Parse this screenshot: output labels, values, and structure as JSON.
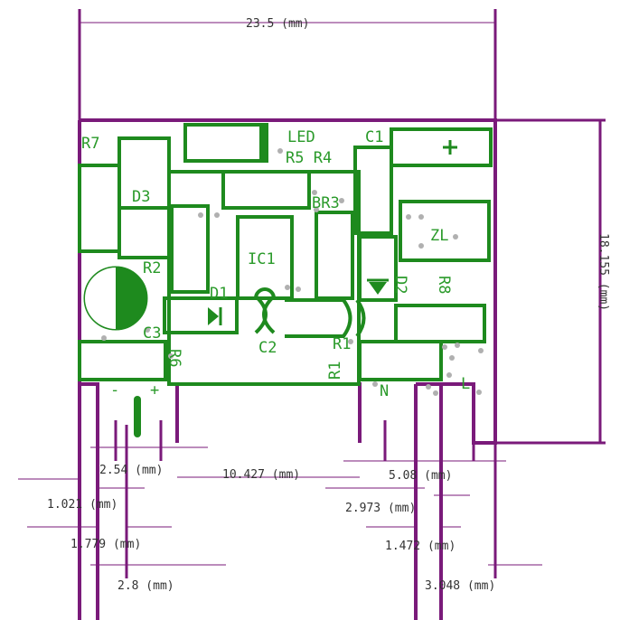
{
  "dimensions": {
    "width_top": "23.5 (mm)",
    "height_right": "18.155 (mm)",
    "pitch_254": "2.54 (mm)",
    "span_10427": "10.427 (mm)",
    "pitch_508": "5.08 (mm)",
    "d_1021": "1.021 (mm)",
    "d_2973": "2.973 (mm)",
    "d_1779": "1.779 (mm)",
    "d_1472": "1.472 (mm)",
    "d_28": "2.8 (mm)",
    "d_3048": "3.048 (mm)"
  },
  "components": {
    "r7": "R7",
    "led": "LED",
    "c1": "C1",
    "r5r4": "R5 R4",
    "d3": "D3",
    "br3": "BR3",
    "zl": "ZL",
    "ic1": "IC1",
    "r2": "R2",
    "d1": "D1",
    "d2": "D2",
    "r8": "R8",
    "c3": "C3",
    "c2": "C2",
    "r1a": "R1",
    "r6": "R6",
    "r1b": "R1",
    "plus": "+"
  },
  "pins": {
    "minus": "-",
    "plus": "+",
    "n": "N",
    "l": "L"
  }
}
